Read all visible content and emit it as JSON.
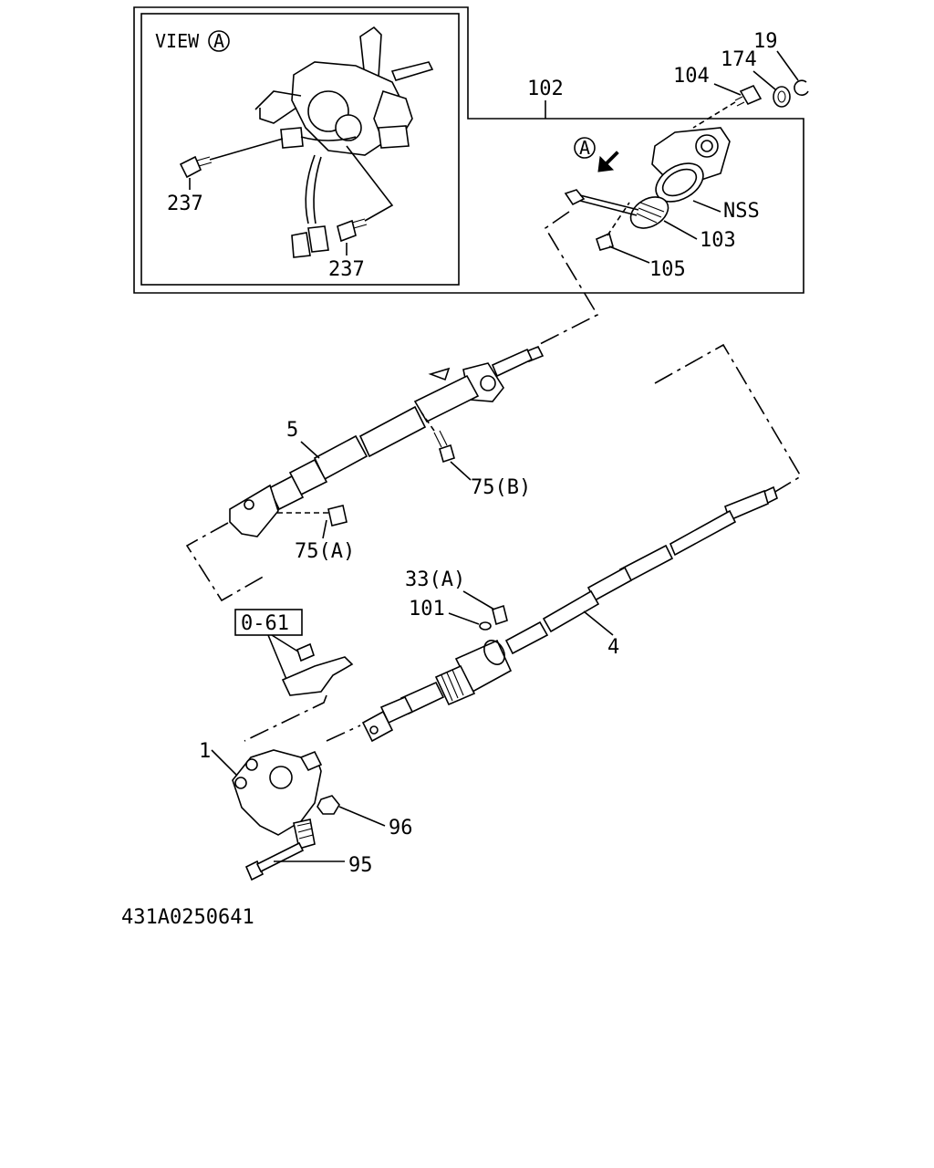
{
  "view": {
    "title": "VIEW",
    "circle_letter": "A"
  },
  "arrow_marker": {
    "letter": "A"
  },
  "labels": {
    "p237_top": "237",
    "p237_bottom": "237",
    "p102": "102",
    "p104": "104",
    "p174": "174",
    "p19": "19",
    "pNSS": "NSS",
    "p103": "103",
    "p105": "105",
    "p5": "5",
    "p75B": "75(B)",
    "p75A": "75(A)",
    "p33A": "33(A)",
    "p101": "101",
    "p4": "4",
    "p061": "0-61",
    "p1": "1",
    "p96": "96",
    "p95": "95"
  },
  "drawing_number": "431A0250641"
}
